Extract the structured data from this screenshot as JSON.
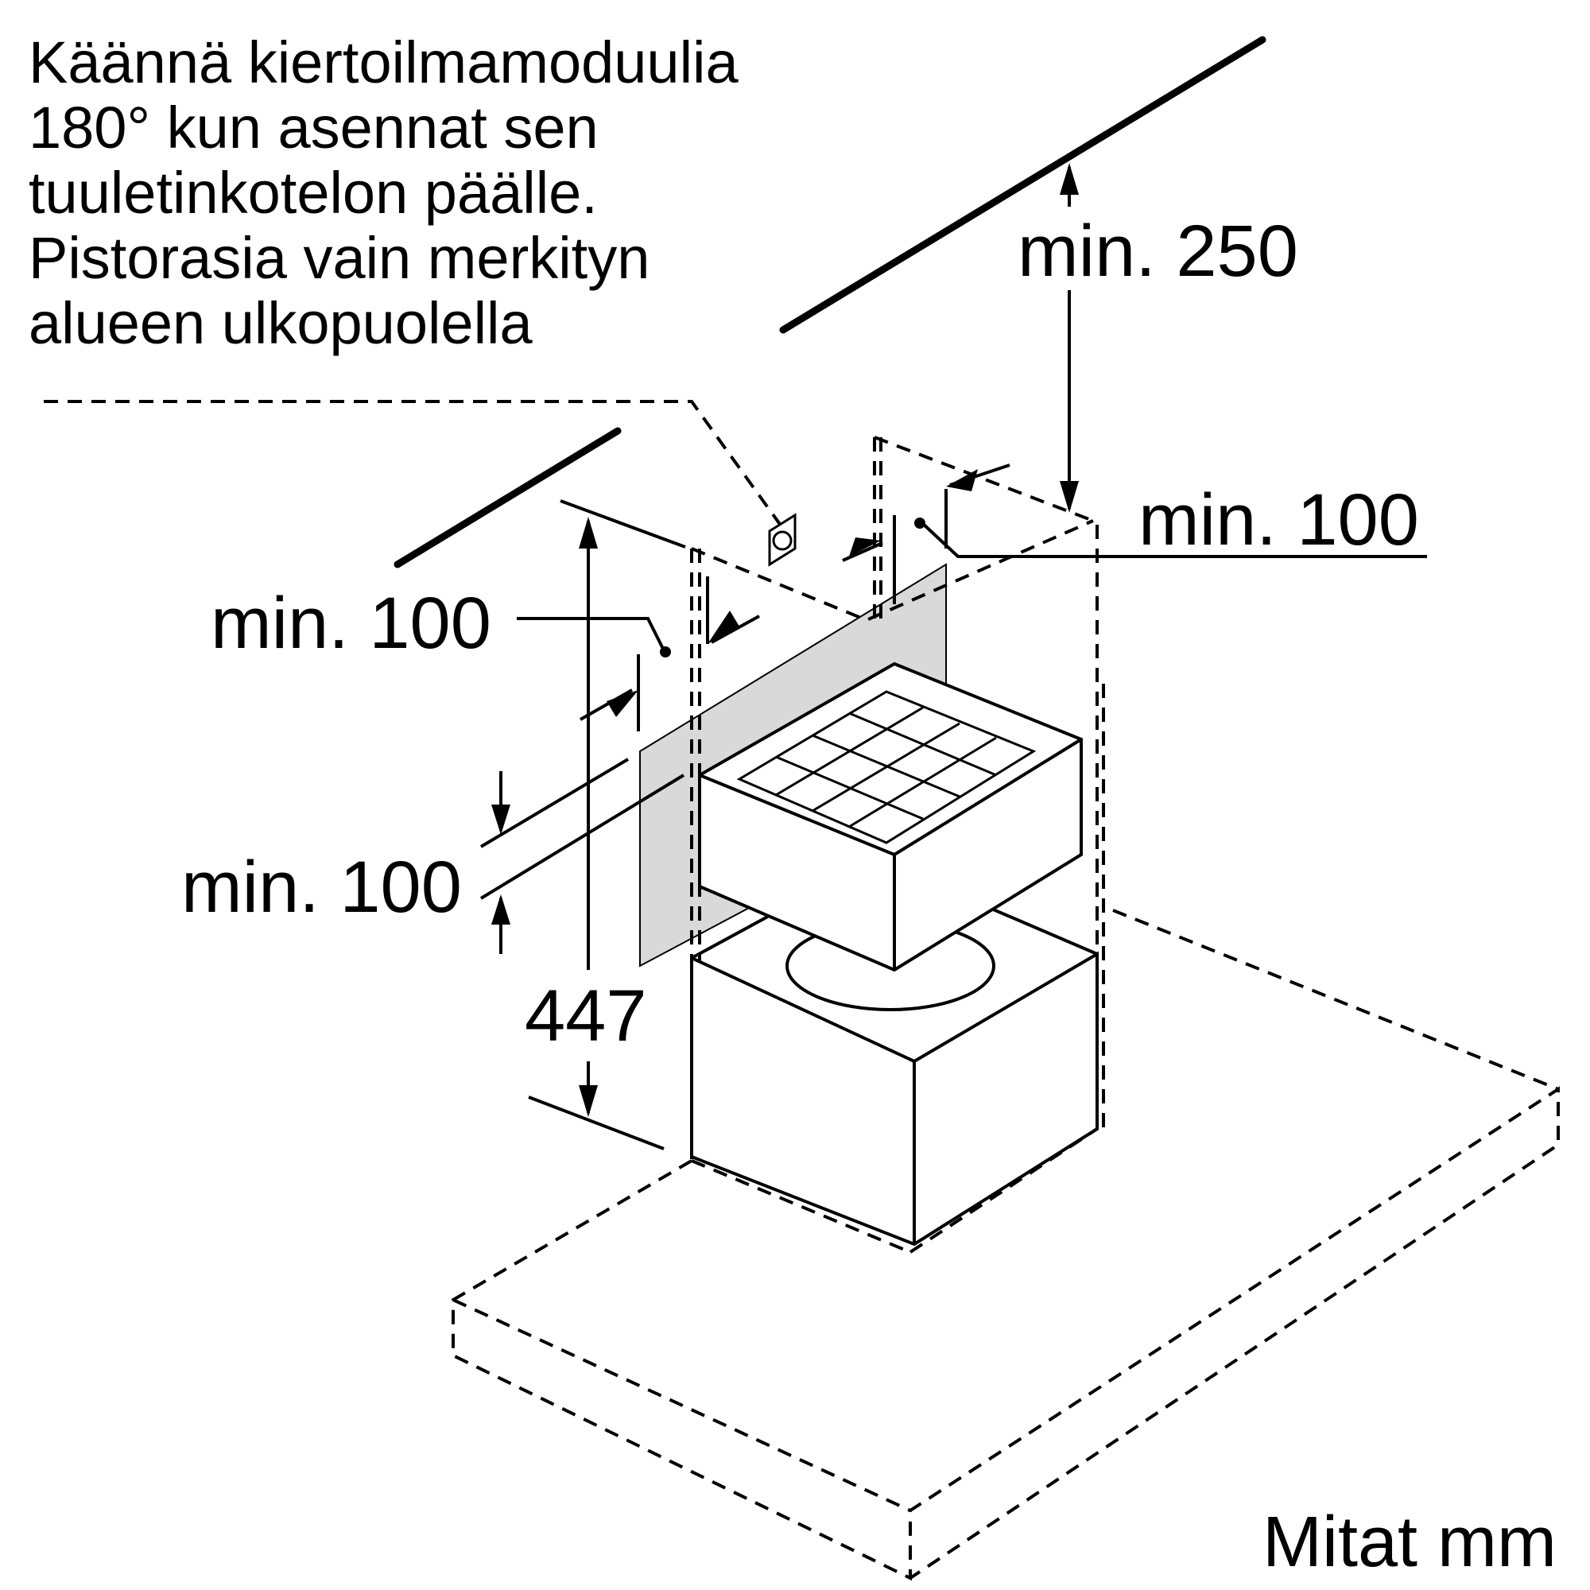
{
  "instruction_lines": [
    "Käännä kiertoilmamoduulia",
    "180° kun asennat sen",
    "tuuletinkotelon päälle.",
    "Pistorasia vain merkityn",
    "alueen ulkopuolella"
  ],
  "dimensions": {
    "ceiling_gap": "min. 250",
    "right_side_gap": "min. 100",
    "left_side_gap": "min. 100",
    "lower_gap": "min. 100",
    "total_height": "447"
  },
  "units_note": "Mitat mm",
  "colors": {
    "line": "#000000",
    "socket_zone": "#d9d9d9",
    "background": "#ffffff"
  }
}
